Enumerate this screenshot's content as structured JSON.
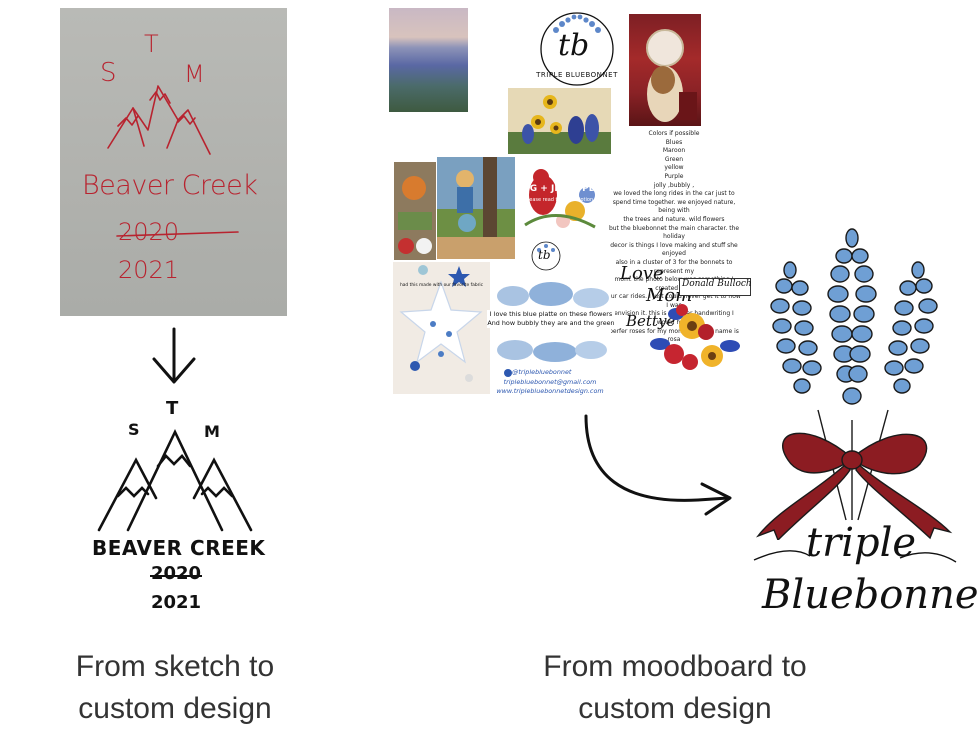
{
  "sketch": {
    "letters": [
      "S",
      "T",
      "M"
    ],
    "line_place": "Beaver Creek",
    "line_old_year": "2020",
    "line_new_year": "2021",
    "ink_color": "#b8232f"
  },
  "final_design": {
    "letters": [
      "S",
      "T",
      "M"
    ],
    "place": "BEAVER CREEK",
    "old_year": "2020",
    "new_year": "2021"
  },
  "captions": {
    "left": [
      "From sketch to",
      "custom design"
    ],
    "right": [
      "From moodboard to",
      "custom design"
    ]
  },
  "moodboard": {
    "logo_initials": "tb",
    "logo_name": "TRIPLE BLUEBONNET",
    "file_types": "PNG + JPG + PDF",
    "file_note": "Please read the description",
    "notes": [
      "Colors if possible",
      "Blues",
      "Maroon",
      "Green",
      "yellow",
      "Purple",
      "jolly ,bubbly ,",
      "we loved the long rides in the car just to",
      "spend time together. we enjoyed nature, being with",
      "the trees and nature. wild flowers",
      "but the bluebonnet the main character. the holiday",
      "decor is things I love making and stuff she enjoyed",
      "also in a cluster of 3 for the bonnets to represent my",
      "mom. the photo below was something I created with",
      "our car rides. I just could never get it to how I was",
      "envision it. this is also her handwriting I would have",
      "perfer roses for my mom since her name is rosa"
    ],
    "fabric_note": "had this made with our favorite fabric",
    "platte_note": [
      "I love this blue platte on these flowers",
      "And how bubbly they are and the green"
    ],
    "handwriting": [
      "Love",
      "Mom",
      "Bettye"
    ],
    "signature": "Donald Bulloch",
    "contact": [
      "@triplebluebonnet",
      "triplebluebonnet@gmail.com",
      "www.triplebluebonnetdesign.com"
    ]
  },
  "final_logo": {
    "line1": "triple",
    "line2": "Bluebonnet",
    "ribbon_color": "#8c1c22",
    "flower_color": "#6f9fd4"
  }
}
